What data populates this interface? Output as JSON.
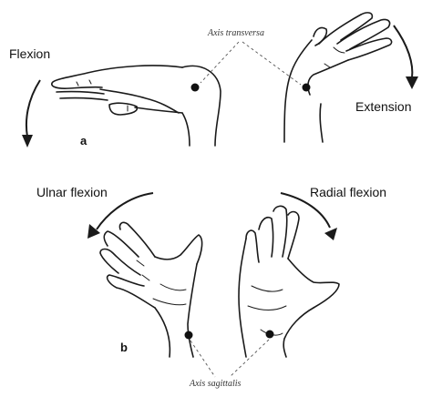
{
  "panel_a": {
    "label": "a",
    "flexion_label": "Flexion",
    "extension_label": "Extension",
    "axis_label": "Axis transversa"
  },
  "panel_b": {
    "label": "b",
    "ulnar_label": "Ulnar flexion",
    "radial_label": "Radial flexion",
    "axis_label": "Axis sagittalis"
  }
}
